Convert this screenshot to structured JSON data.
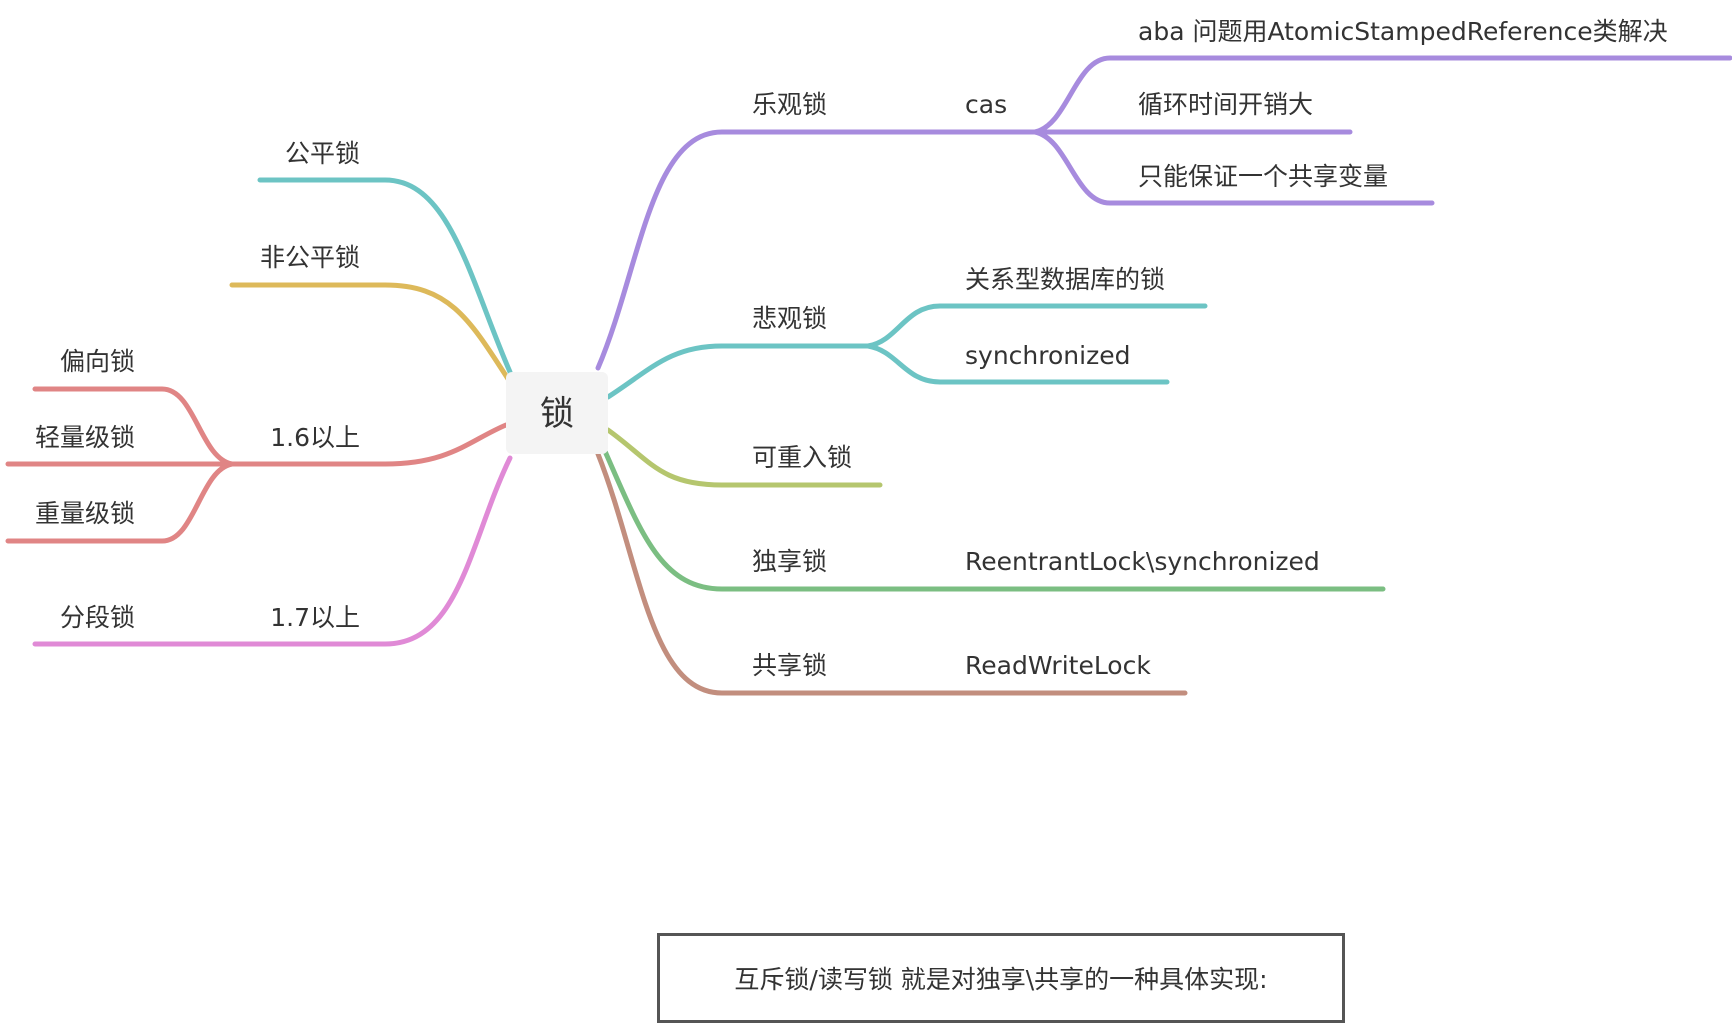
{
  "root": {
    "label": "锁"
  },
  "colors": {
    "purple": "#A78BDE",
    "teal": "#6CC4C4",
    "olive": "#B5C66E",
    "green": "#7BBE82",
    "brown": "#C28E7E",
    "gold": "#DDB95A",
    "coral": "#E08585",
    "pink": "#E08AD6"
  },
  "right": {
    "optimistic": {
      "label": "乐观锁",
      "child": "cas",
      "leaves": [
        "aba 问题用AtomicStampedReference类解决",
        "循环时间开销大",
        "只能保证一个共享变量"
      ]
    },
    "pessimistic": {
      "label": "悲观锁",
      "leaves": [
        "关系型数据库的锁",
        "synchronized"
      ]
    },
    "reentrant": {
      "label": "可重入锁"
    },
    "exclusive": {
      "label": "独享锁",
      "child": "ReentrantLock\\synchronized"
    },
    "shared": {
      "label": "共享锁",
      "child": "ReadWriteLock"
    }
  },
  "left": {
    "fair": {
      "label": "公平锁"
    },
    "unfair": {
      "label": "非公平锁"
    },
    "v16": {
      "label": "1.6以上",
      "leaves": [
        "偏向锁",
        "轻量级锁",
        "重量级锁"
      ]
    },
    "v17": {
      "label": "1.7以上",
      "child": "分段锁"
    }
  },
  "note": {
    "text": "互斥锁/读写锁 就是对独享\\共享的一种具体实现:"
  }
}
